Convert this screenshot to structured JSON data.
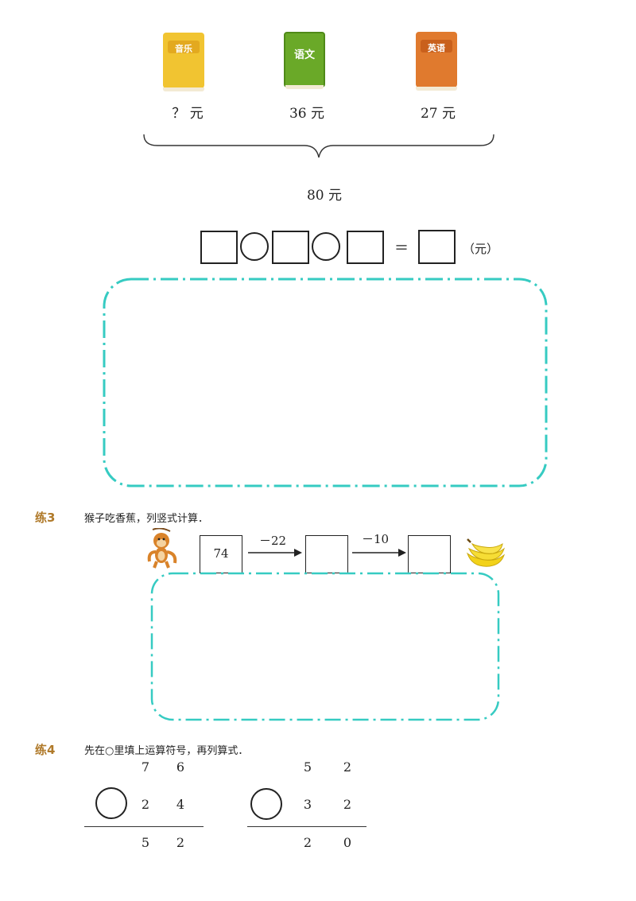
{
  "books": [
    {
      "title": "音乐",
      "price": "？ 元",
      "color": "#f1c431"
    },
    {
      "title": "语文",
      "price": "36 元",
      "color": "#6aa928"
    },
    {
      "title": "英语",
      "price": "27 元",
      "color": "#e07a2e"
    }
  ],
  "total": "80 元",
  "equation": {
    "equals": "＝",
    "unit": "（元）"
  },
  "ex3": {
    "label": "练3",
    "instruction": "猴子吃香蕉，列竖式计算．",
    "start": "74",
    "op1": "－22",
    "op2": "－10"
  },
  "ex4": {
    "label": "练4",
    "instruction": "先在○里填上运算符号，再列算式．",
    "left": {
      "top": [
        "7",
        "6"
      ],
      "mid": [
        "2",
        "4"
      ],
      "result": [
        "5",
        "2"
      ]
    },
    "right": {
      "top": [
        "5",
        "2"
      ],
      "mid": [
        "3",
        "2"
      ],
      "result": [
        "2",
        "0"
      ]
    }
  }
}
